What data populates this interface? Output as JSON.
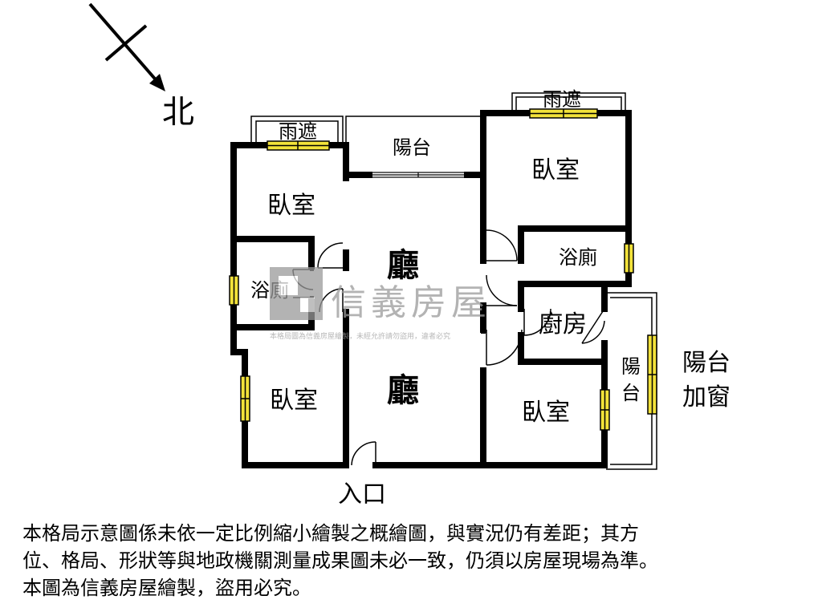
{
  "compass": {
    "north_label": "北"
  },
  "rooms": {
    "bedroom_top_left": "臥室",
    "bathroom_left": "浴廁",
    "bedroom_bottom_left": "臥室",
    "balcony_top_center": "陽台",
    "living_room_upper": "廳",
    "living_room_lower": "廳",
    "bedroom_top_right": "臥室",
    "bathroom_right": "浴廁",
    "kitchen": "廚房",
    "bedroom_bottom_right": "臥室",
    "balcony_right": "陽台",
    "canopy_left": "雨遮",
    "canopy_right": "雨遮"
  },
  "annotations": {
    "entrance": "入口",
    "balcony_enclosed_line1": "陽台",
    "balcony_enclosed_line2": "加窗"
  },
  "watermark": {
    "brand": "信義房屋",
    "notice": "本格局圖為信義房屋繪製，未經允許請勿盜用，違者必究"
  },
  "disclaimer": {
    "line1": "本格局示意圖係未依一定比例縮小繪製之概繪圖，與實況仍有差距；其方",
    "line2": "位、格局、形狀等與地政機關測量成果圖未必一致，仍須以房屋現場為準。",
    "line3": "本圖為信義房屋繪製，盜用必究。"
  },
  "colors": {
    "wall": "#000000",
    "window": "#f2e23a",
    "watermark": "#9a9a9a"
  }
}
